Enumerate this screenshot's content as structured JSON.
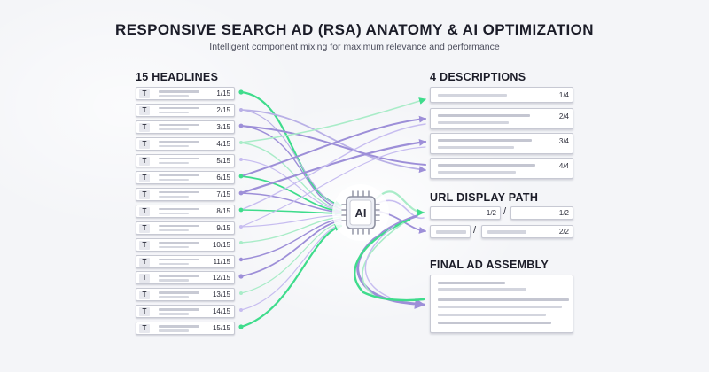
{
  "title": "RESPONSIVE SEARCH AD (RSA) ANATOMY & AI OPTIMIZATION",
  "subtitle": "Intelligent component mixing for maximum relevance and performance",
  "headlines": {
    "label": "15 HEADLINES",
    "icon_letter": "T",
    "items": [
      "1/15",
      "2/15",
      "3/15",
      "4/15",
      "5/15",
      "6/15",
      "7/15",
      "8/15",
      "9/15",
      "10/15",
      "11/15",
      "12/15",
      "13/15",
      "14/15",
      "15/15"
    ]
  },
  "descriptions": {
    "label": "4 DESCRIPTIONS",
    "items": [
      "1/4",
      "2/4",
      "3/4",
      "4/4"
    ]
  },
  "url_path": {
    "label": "URL DISPLAY PATH",
    "path1": "1/2",
    "path2": "1/2",
    "path3": "2/2",
    "separator": "/"
  },
  "final_ad": {
    "label": "FINAL AD ASSEMBLY"
  },
  "ai_chip": {
    "label": "AI",
    "icon": "ai-chip-icon"
  },
  "colors": {
    "green": "#3fdc8c",
    "purple": "#9d8fd8",
    "purple_light": "#c7bdf0",
    "background": "#f4f5f8"
  }
}
